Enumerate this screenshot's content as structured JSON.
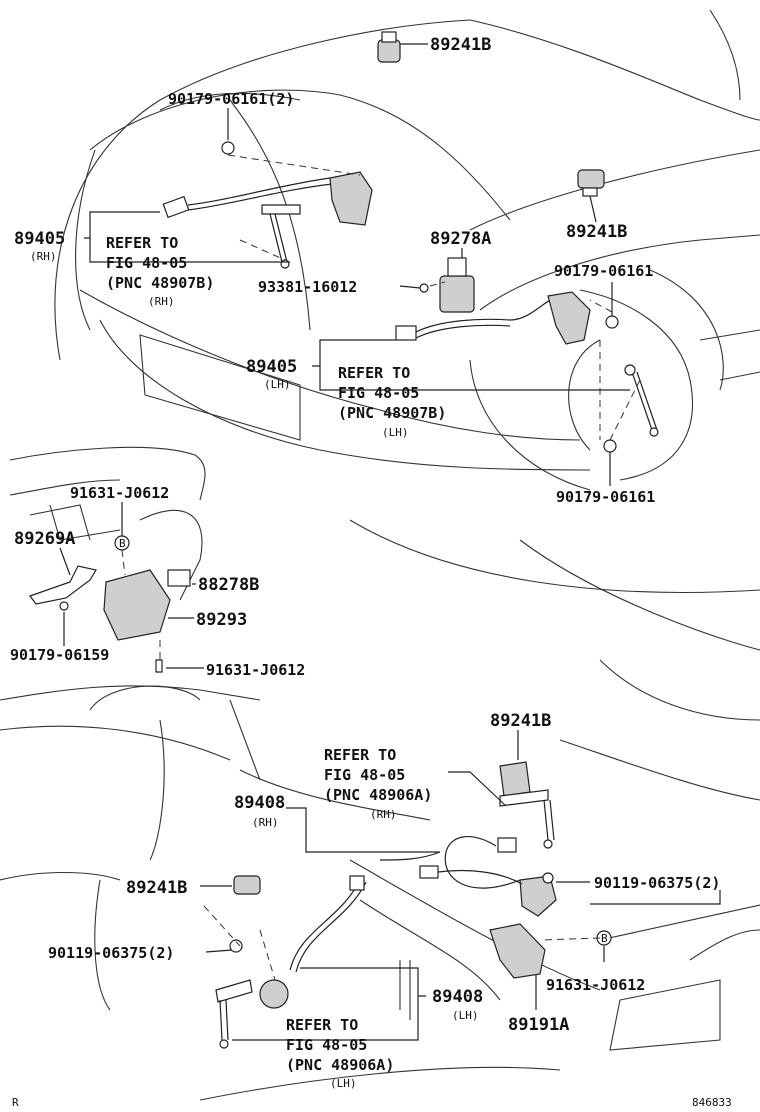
{
  "labels": {
    "p89241B_top": "89241B",
    "p90179_06161_2": "90179-06161(2)",
    "p89241B_mid": "89241B",
    "p89405_rh": "89405",
    "rh1": "(RH)",
    "refer1_l1": "REFER TO",
    "refer1_l2": "FIG 48-05",
    "refer1_l3": "(PNC 48907B)",
    "refer1_l4": "(RH)",
    "p89278A": "89278A",
    "p93381": "93381-16012",
    "p90179_06161_a": "90179-06161",
    "p89405_lh": "89405",
    "lh1": "(LH)",
    "refer2_l1": "REFER TO",
    "refer2_l2": "FIG 48-05",
    "refer2_l3": "(PNC 48907B)",
    "refer2_l4": "(LH)",
    "p90179_06161_b": "90179-06161",
    "p91631_a": "91631-J0612",
    "p89269A": "89269A",
    "p88278B": "88278B",
    "p89293": "89293",
    "p90179_06159": "90179-06159",
    "p91631_b": "91631-J0612",
    "p89241B_low": "89241B",
    "refer3_l1": "REFER TO",
    "refer3_l2": "FIG 48-05",
    "refer3_l3": "(PNC 48906A)",
    "refer3_l4": "(RH)",
    "p89408_rh": "89408",
    "rh3": "(RH)",
    "p89241B_left": "89241B",
    "p90119_right": "90119-06375(2)",
    "p90119_left": "90119-06375(2)",
    "p91631_c": "91631-J0612",
    "p89408_lh": "89408",
    "lh3": "(LH)",
    "p89191A": "89191A",
    "refer4_l1": "REFER TO",
    "refer4_l2": "FIG 48-05",
    "refer4_l3": "(PNC 48906A)",
    "refer4_l4": "(LH)",
    "marker_b": "B",
    "corner_mark": "R",
    "figure_no": "846833"
  }
}
